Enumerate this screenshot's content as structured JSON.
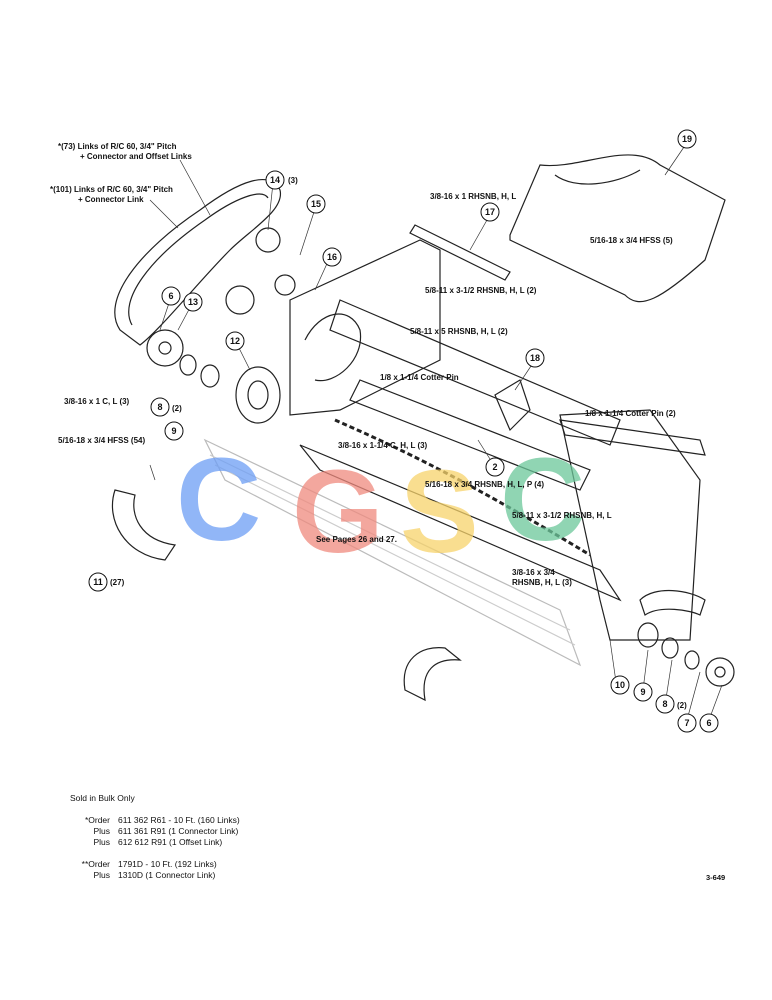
{
  "callouts": [
    {
      "id": "c19",
      "num": "19",
      "qty": ""
    },
    {
      "id": "c17",
      "num": "17",
      "qty": ""
    },
    {
      "id": "c14",
      "num": "14",
      "qty": "(3)"
    },
    {
      "id": "c15",
      "num": "15",
      "qty": ""
    },
    {
      "id": "c16",
      "num": "16",
      "qty": ""
    },
    {
      "id": "c6a",
      "num": "6",
      "qty": ""
    },
    {
      "id": "c13",
      "num": "13",
      "qty": ""
    },
    {
      "id": "c12",
      "num": "12",
      "qty": ""
    },
    {
      "id": "c8a",
      "num": "8",
      "qty": "(2)"
    },
    {
      "id": "c9a",
      "num": "9",
      "qty": ""
    },
    {
      "id": "c18",
      "num": "18",
      "qty": ""
    },
    {
      "id": "c2",
      "num": "2",
      "qty": ""
    },
    {
      "id": "c11",
      "num": "11",
      "qty": "(27)"
    },
    {
      "id": "c10",
      "num": "10",
      "qty": ""
    },
    {
      "id": "c9b",
      "num": "9",
      "qty": ""
    },
    {
      "id": "c8b",
      "num": "8",
      "qty": "(2)"
    },
    {
      "id": "c7",
      "num": "7",
      "qty": ""
    },
    {
      "id": "c6b",
      "num": "6",
      "qty": ""
    }
  ],
  "labels": {
    "links73_l1": "*(73) Links of R/C 60, 3/4\" Pitch",
    "links73_l2": "+ Connector and Offset Links",
    "links101_l1": "*(101) Links of R/C 60, 3/4\" Pitch",
    "links101_l2": "+ Connector Link",
    "rhsnb_38_1": "3/8-16 x 1 RHSNB, H, L",
    "hfss_516_5": "5/16-18 x 3/4 HFSS (5)",
    "rhsnb_58_312_a": "5/8-11 x 3-1/2 RHSNB, H, L (2)",
    "rhsnb_58_5": "5/8-11 x 5 RHSNB, H, L (2)",
    "cotter_a": "1/8 x 1-1/4 Cotter Pin",
    "cotter_b": "1/8 x 1-1/4 Cotter Pin (2)",
    "c_38_1": "3/8-16 x 1 C, L (3)",
    "hfss_516_54": "5/16-18 x 3/4 HFSS (54)",
    "c_38_114": "3/8-16 x 1-1/4 C, H, L (3)",
    "rhsnb_516_p4": "5/16-18 x 3/4 RHSNB, H, L, P (4)",
    "rhsnb_58_312_b": "5/8-11 x 3-1/2 RHSNB, H, L",
    "see_pages": "See Pages 26 and 27.",
    "rhsnb_38_34_l1": "3/8-16 x 3/4",
    "rhsnb_38_34_l2": "RHSNB, H, L (3)"
  },
  "watermark": {
    "letters": [
      "C",
      "G",
      "S",
      "C"
    ],
    "colors": [
      "#6d9ef5",
      "#f08a7e",
      "#f7d36b",
      "#6cc79a"
    ]
  },
  "notes": {
    "heading": "Sold in Bulk Only",
    "rows": [
      {
        "prefix": "*Order",
        "text": "611 362 R61 - 10 Ft. (160 Links)"
      },
      {
        "prefix": "Plus",
        "text": "611 361 R91 (1 Connector Link)"
      },
      {
        "prefix": "Plus",
        "text": "612 612 R91 (1 Offset Link)"
      },
      {
        "prefix": "**Order",
        "text": "1791D - 10 Ft. (192 Links)"
      },
      {
        "prefix": "Plus",
        "text": "1310D (1 Connector Link)"
      }
    ]
  },
  "figure_code": "3-649"
}
